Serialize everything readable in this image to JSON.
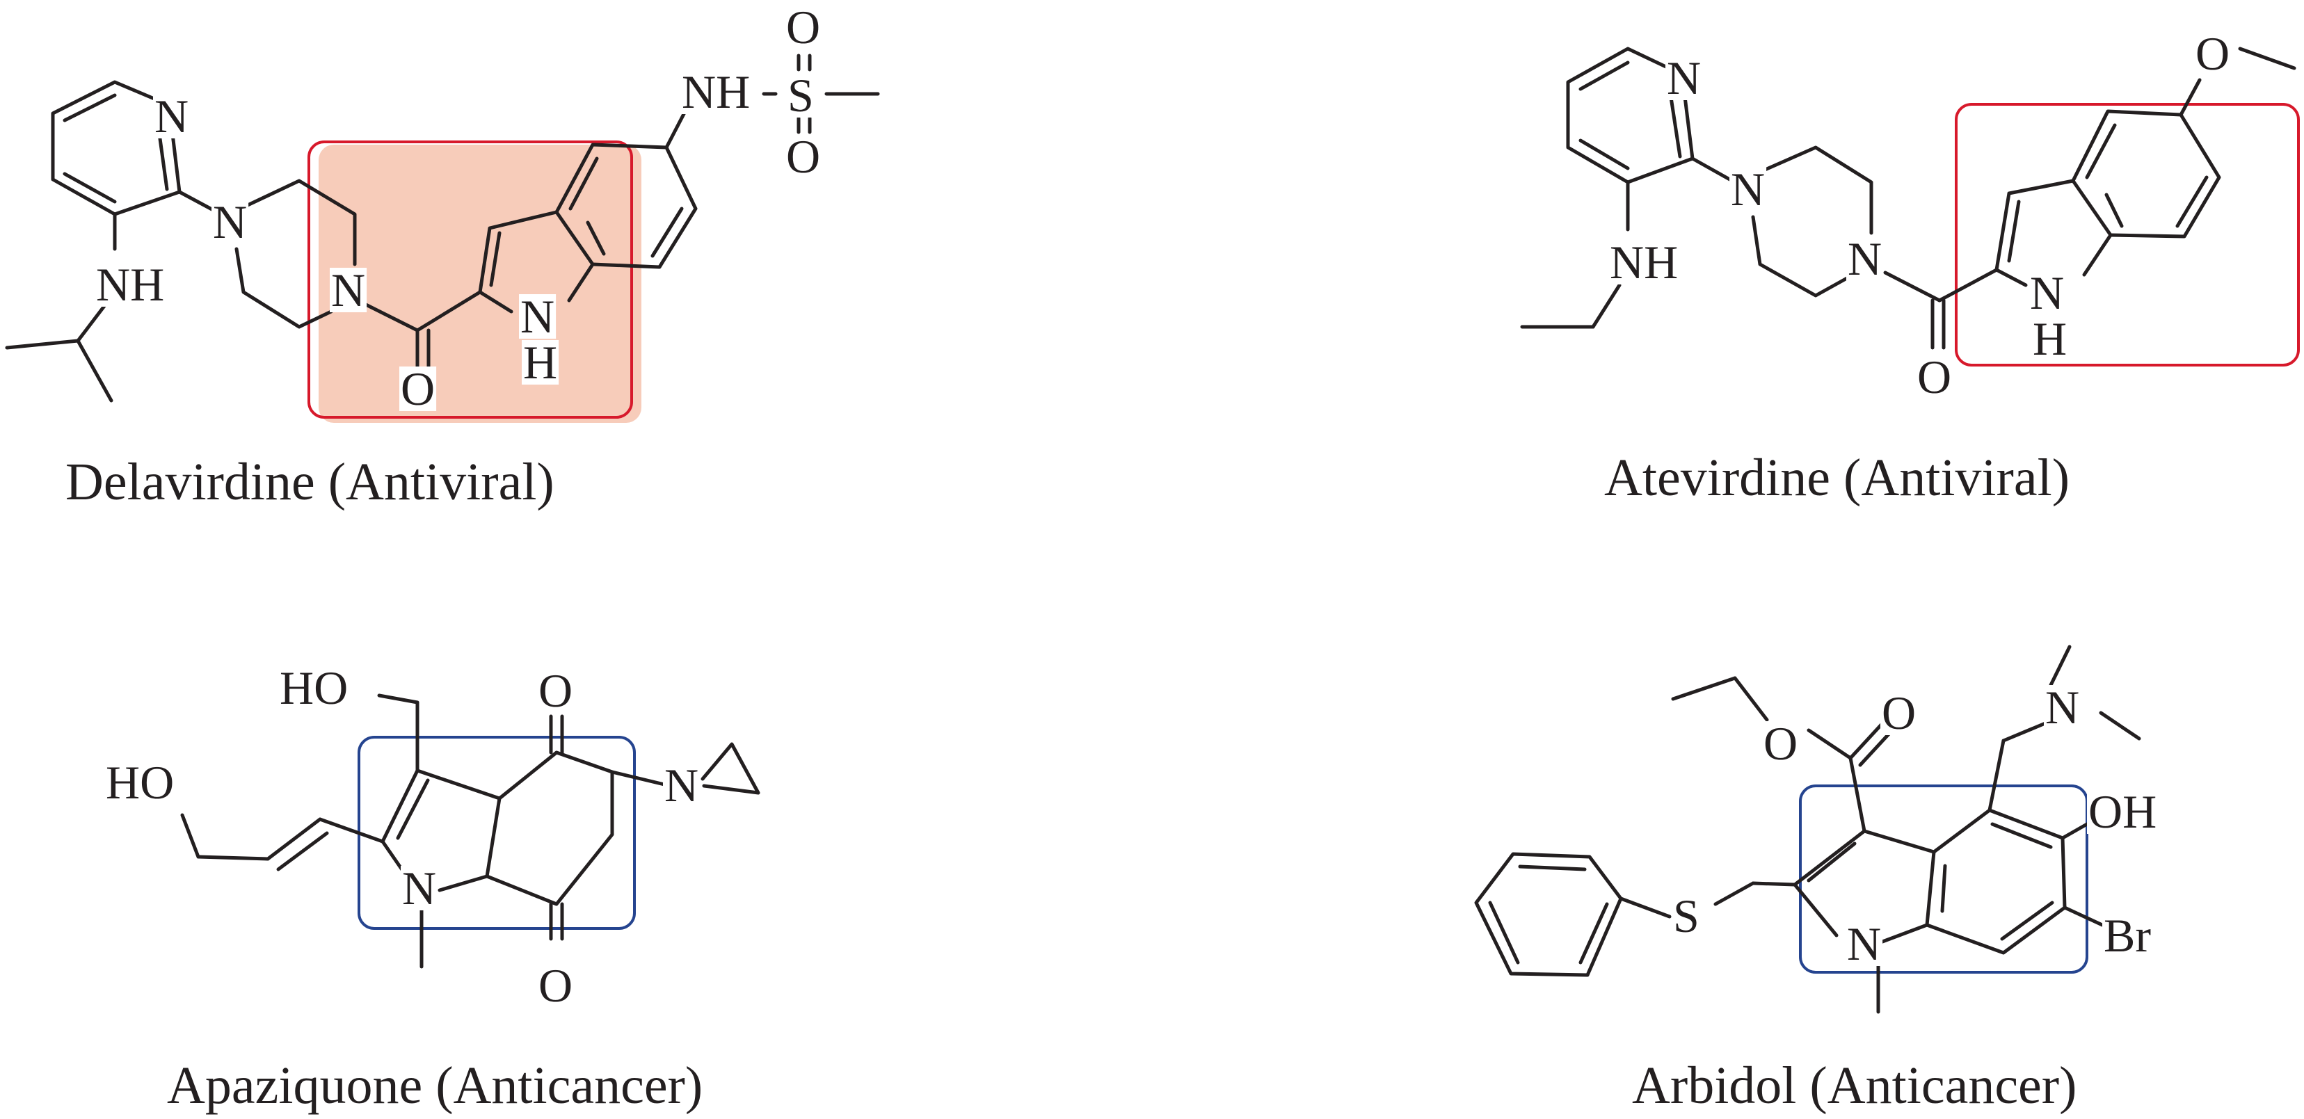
{
  "figure": {
    "compounds": [
      {
        "id": "delavirdine",
        "caption": "Delavirdine (Antiviral)",
        "highlight_color": "#d7192b",
        "atoms": {
          "n_pyridine": "N",
          "nh": "NH",
          "n1": "N",
          "n2": "N",
          "o": "O",
          "nh_indole": "N",
          "h_indole": "H",
          "nh_sulfon": "NH",
          "s": "S",
          "o_top": "O",
          "o_bot": "O"
        }
      },
      {
        "id": "atevirdine",
        "caption": "Atevirdine (Antiviral)",
        "highlight_color": "#d7192b",
        "atoms": {
          "n_pyridine": "N",
          "nh": "NH",
          "n1": "N",
          "n2": "N",
          "o": "O",
          "nh_indole": "N",
          "h_indole": "H",
          "o_methoxy": "O"
        }
      },
      {
        "id": "apaziquone",
        "caption": "Apaziquone (Anticancer)",
        "highlight_color": "#25448f",
        "atoms": {
          "ho_top": "HO",
          "ho_left": "HO",
          "o_top": "O",
          "o_bot": "O",
          "n_ring": "N",
          "n_aziridine": "N"
        }
      },
      {
        "id": "arbidol",
        "caption": "Arbidol (Anticancer)",
        "highlight_color": "#25448f",
        "atoms": {
          "o_ester": "O",
          "o_carbonyl": "O",
          "n_dimethyl": "N",
          "oh": "OH",
          "br": "Br",
          "s": "S",
          "n_ring": "N"
        }
      }
    ]
  }
}
